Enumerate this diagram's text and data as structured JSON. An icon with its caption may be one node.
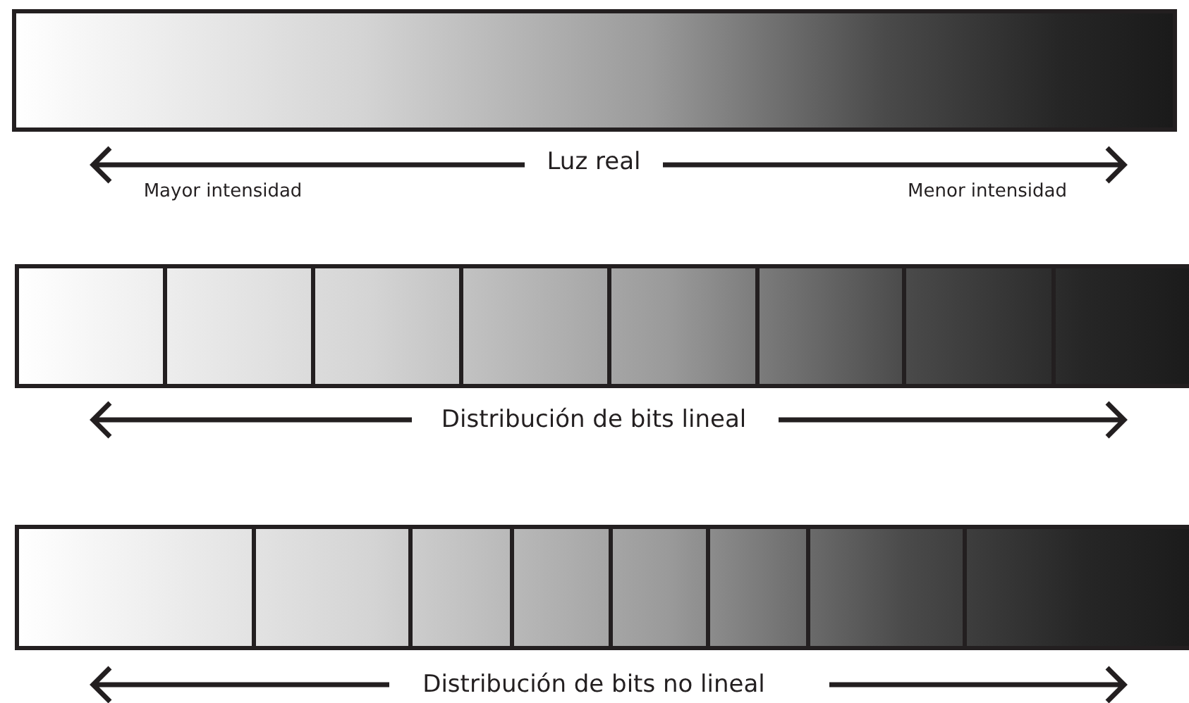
{
  "diagram": {
    "labels": [
      "Luz real",
      "Mayor intensidad",
      "Menor intensidad",
      "Distribución de bits lineal",
      "Distribución de bits no lineal"
    ]
  }
}
